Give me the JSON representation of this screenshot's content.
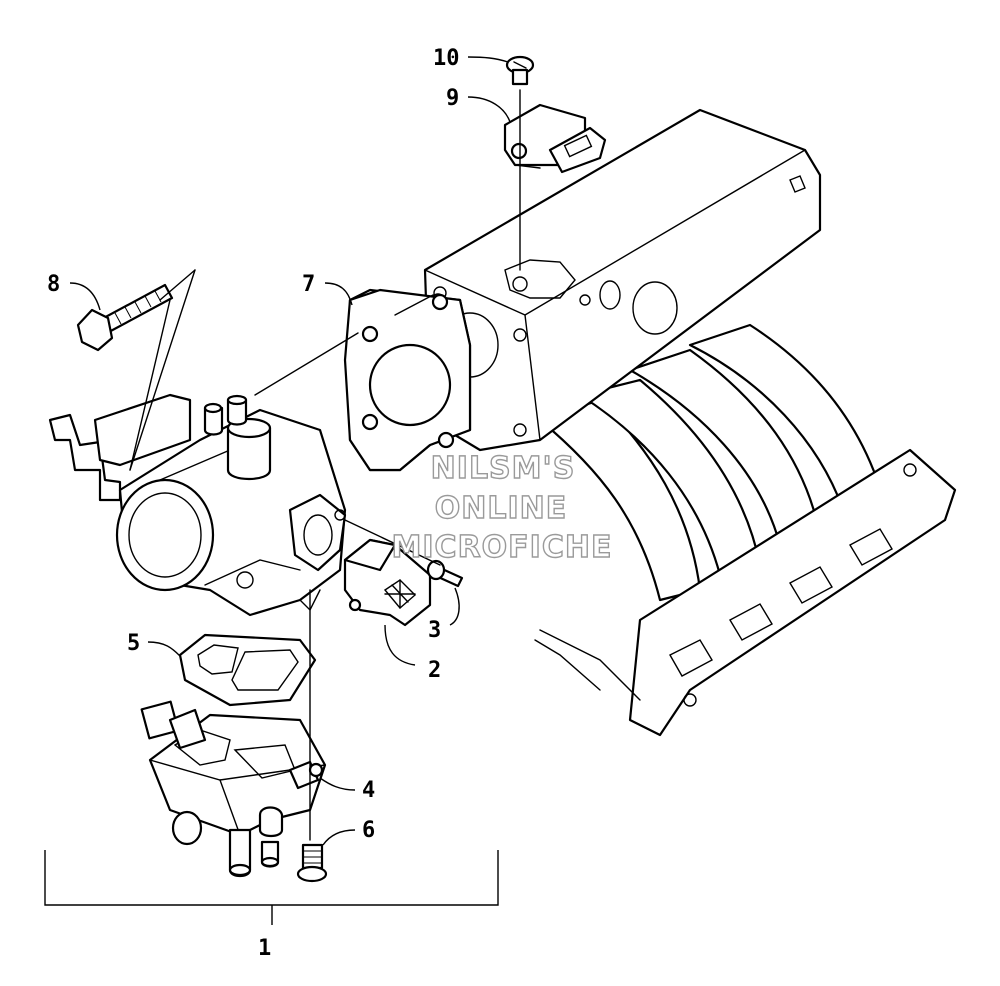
{
  "callouts": [
    {
      "id": "1",
      "label": "1"
    },
    {
      "id": "2",
      "label": "2"
    },
    {
      "id": "3",
      "label": "3"
    },
    {
      "id": "4",
      "label": "4"
    },
    {
      "id": "5",
      "label": "5"
    },
    {
      "id": "6",
      "label": "6"
    },
    {
      "id": "7",
      "label": "7"
    },
    {
      "id": "8",
      "label": "8"
    },
    {
      "id": "9",
      "label": "9"
    },
    {
      "id": "10",
      "label": "10"
    }
  ],
  "watermark": {
    "line1": "NILSM'S",
    "line2": "ONLINE",
    "line3": "MICROFICHE"
  },
  "colors": {
    "ink": "#000000",
    "paper": "#ffffff",
    "watermark": "#9a9a9a"
  }
}
